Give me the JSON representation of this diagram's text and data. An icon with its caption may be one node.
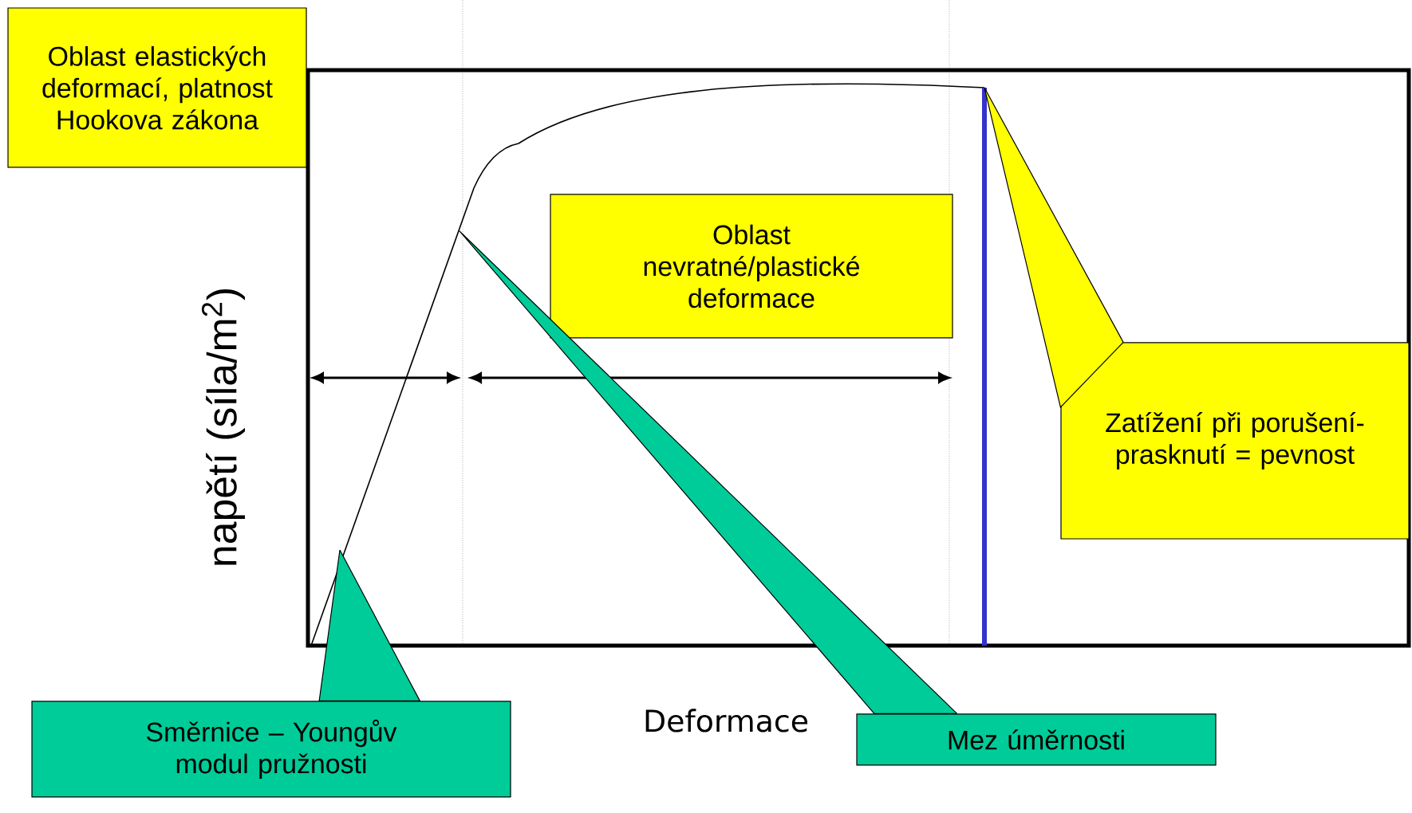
{
  "diagram": {
    "nodes": [
      {
        "text": [
          "Oblast elastických deformací, platnost Hookova zákona"
        ]
      },
      {
        "text": [
          "Oblast nevratné/plastické deformace"
        ]
      },
      {
        "text": [
          "Zatížení při porušení-prasknutí = pevnost"
        ]
      },
      {
        "text": [
          "Směrnice – Youngův modul pružnosti"
        ]
      },
      {
        "text": [
          "Mez úměrnosti"
        ]
      }
    ],
    "edges": [
      {
        "from": 2,
        "to": null,
        "arrow": "none"
      },
      {
        "from": 3,
        "to": null,
        "arrow": "none"
      },
      {
        "from": 4,
        "to": null,
        "arrow": "none"
      }
    ],
    "labels": [
      "napětí (síla/m$^{2}$)",
      "Deformace"
    ]
  }
}
